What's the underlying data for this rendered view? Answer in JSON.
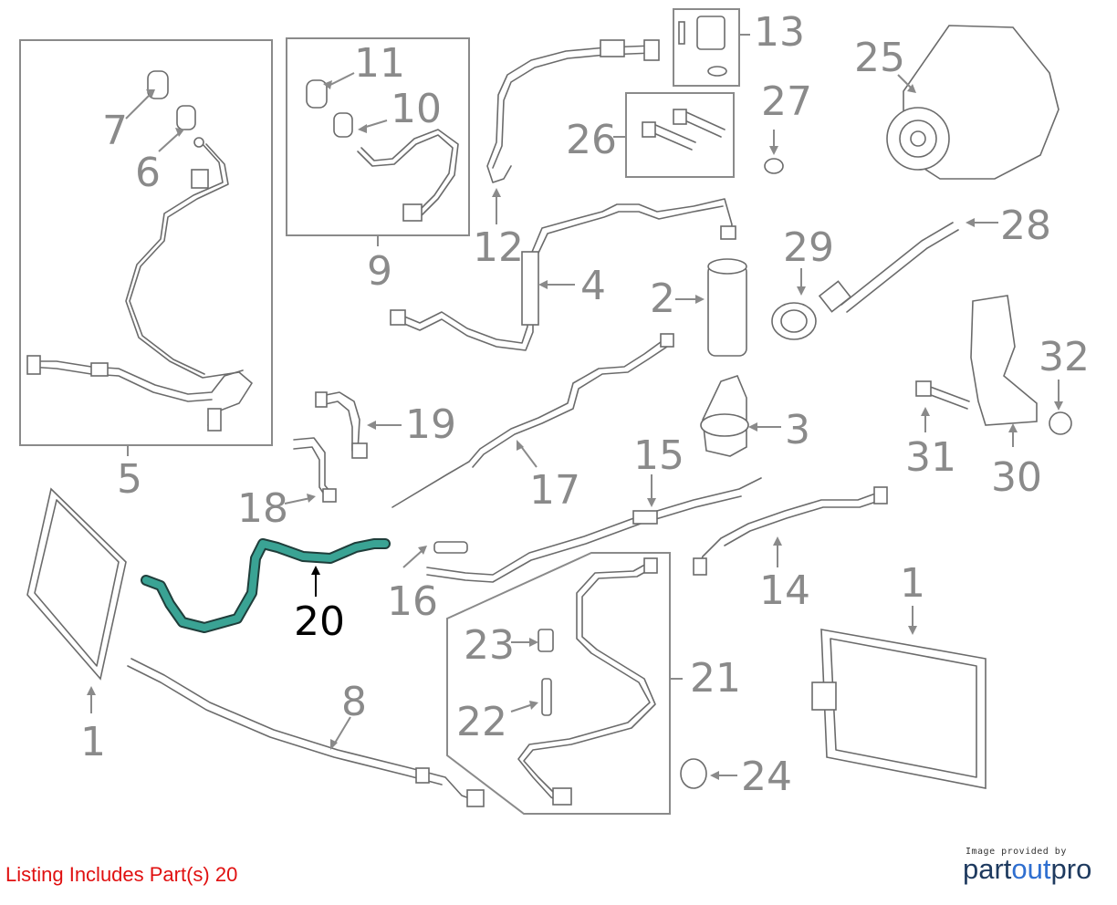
{
  "callouts": {
    "c1a": "1",
    "c1b": "1",
    "c2": "2",
    "c3": "3",
    "c4": "4",
    "c5": "5",
    "c6": "6",
    "c7": "7",
    "c8": "8",
    "c9": "9",
    "c10": "10",
    "c11": "11",
    "c12": "12",
    "c13": "13",
    "c14": "14",
    "c15": "15",
    "c16": "16",
    "c17": "17",
    "c18": "18",
    "c19": "19",
    "c20": "20",
    "c21": "21",
    "c22": "22",
    "c23": "23",
    "c24": "24",
    "c25": "25",
    "c26": "26",
    "c27": "27",
    "c28": "28",
    "c29": "29",
    "c30": "30",
    "c31": "31",
    "c32": "32"
  },
  "highlight": {
    "color": "#3aa394"
  },
  "footer": {
    "listing": "Listing Includes Part(s) 20",
    "credit": "Image provided by",
    "brand_a": "part",
    "brand_b": "out",
    "brand_c": "pro"
  }
}
